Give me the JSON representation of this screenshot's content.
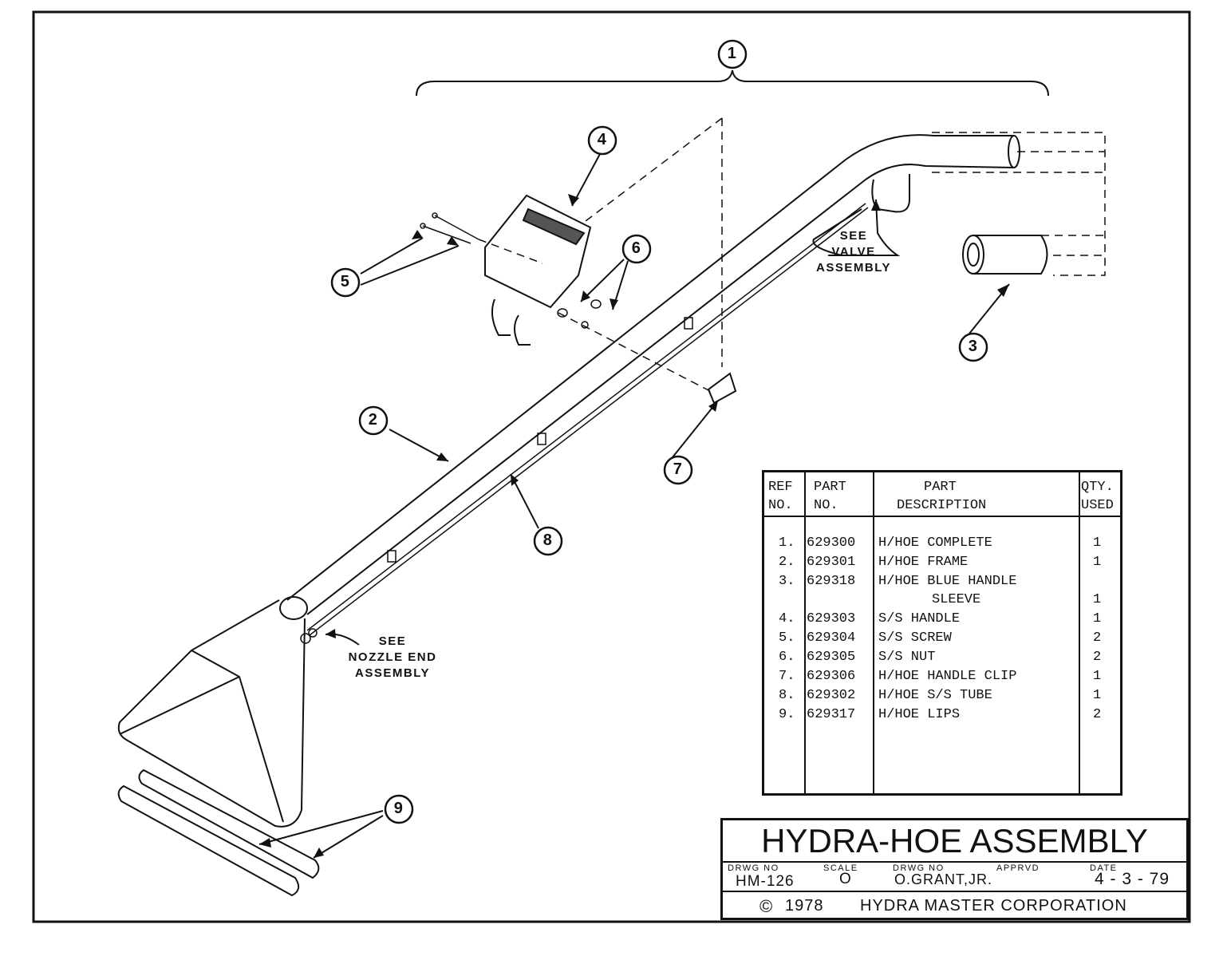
{
  "callouts": [
    {
      "id": "1",
      "label": "1"
    },
    {
      "id": "2",
      "label": "2"
    },
    {
      "id": "3",
      "label": "3"
    },
    {
      "id": "4",
      "label": "4"
    },
    {
      "id": "5",
      "label": "5"
    },
    {
      "id": "6",
      "label": "6"
    },
    {
      "id": "7",
      "label": "7"
    },
    {
      "id": "8",
      "label": "8"
    },
    {
      "id": "9",
      "label": "9"
    }
  ],
  "notes": {
    "valve": [
      "SEE",
      "VALVE",
      "ASSEMBLY"
    ],
    "nozzle": [
      "SEE",
      "NOZZLE END",
      "ASSEMBLY"
    ]
  },
  "parts_table": {
    "headers": {
      "ref": [
        "REF",
        "NO."
      ],
      "part_no": [
        "PART",
        "NO."
      ],
      "description": [
        "PART",
        "DESCRIPTION"
      ],
      "qty": [
        "QTY.",
        "USED"
      ]
    },
    "rows": [
      {
        "ref": "1.",
        "part_no": "629300",
        "description": "H/HOE COMPLETE",
        "qty": "1"
      },
      {
        "ref": "2.",
        "part_no": "629301",
        "description": "H/HOE FRAME",
        "qty": "1"
      },
      {
        "ref": "3.",
        "part_no": "629318",
        "description": "H/HOE BLUE HANDLE",
        "description_line2": "SLEEVE",
        "qty": "1"
      },
      {
        "ref": "4.",
        "part_no": "629303",
        "description": "S/S HANDLE",
        "qty": "1"
      },
      {
        "ref": "5.",
        "part_no": "629304",
        "description": "S/S SCREW",
        "qty": "2"
      },
      {
        "ref": "6.",
        "part_no": "629305",
        "description": "S/S NUT",
        "qty": "2"
      },
      {
        "ref": "7.",
        "part_no": "629306",
        "description": "H/HOE HANDLE CLIP",
        "qty": "1"
      },
      {
        "ref": "8.",
        "part_no": "629302",
        "description": "H/HOE S/S TUBE",
        "qty": "1"
      },
      {
        "ref": "9.",
        "part_no": "629317",
        "description": "H/HOE LIPS",
        "qty": "2"
      }
    ]
  },
  "title_block": {
    "title": "HYDRA-HOE ASSEMBLY",
    "labels": {
      "drwg_no": "DRWG NO",
      "scale": "SCALE",
      "drwg_by": "DRWG NO",
      "apprvd": "APPRVD",
      "date": "DATE"
    },
    "values": {
      "drwg_no": "HM-126",
      "scale": "O",
      "drwg_by": "O.GRANT,JR.",
      "apprvd": "",
      "date": "4 - 3 - 79"
    },
    "copyright_symbol": "©",
    "copyright_year": "1978",
    "company": "HYDRA MASTER CORPORATION"
  }
}
